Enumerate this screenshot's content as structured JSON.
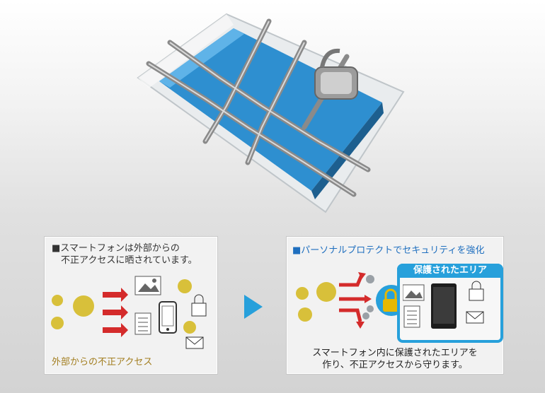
{
  "left_panel": {
    "title": "■スマートフォンは外部からの\n　不正アクセスに晒されています。",
    "caption": "外部からの不正アクセス"
  },
  "right_panel": {
    "title": "■パーソナルプロテクトでセキュリティを強化",
    "protected_area_label": "保護されたエリア",
    "caption": "スマートフォン内に保護されたエリアを\n作り、不正アクセスから守ります。"
  },
  "colors": {
    "accent_blue": "#27a0db",
    "threat_gold": "#d8c03a",
    "threat_arrow_red": "#d42b2b",
    "caption_gold": "#a27d1e"
  },
  "icons": [
    "virus-icon",
    "arrow-right-icon",
    "image-icon",
    "document-icon",
    "phone-icon",
    "lock-icon",
    "mail-icon",
    "padlock-gear-icon",
    "next-arrow-icon"
  ]
}
